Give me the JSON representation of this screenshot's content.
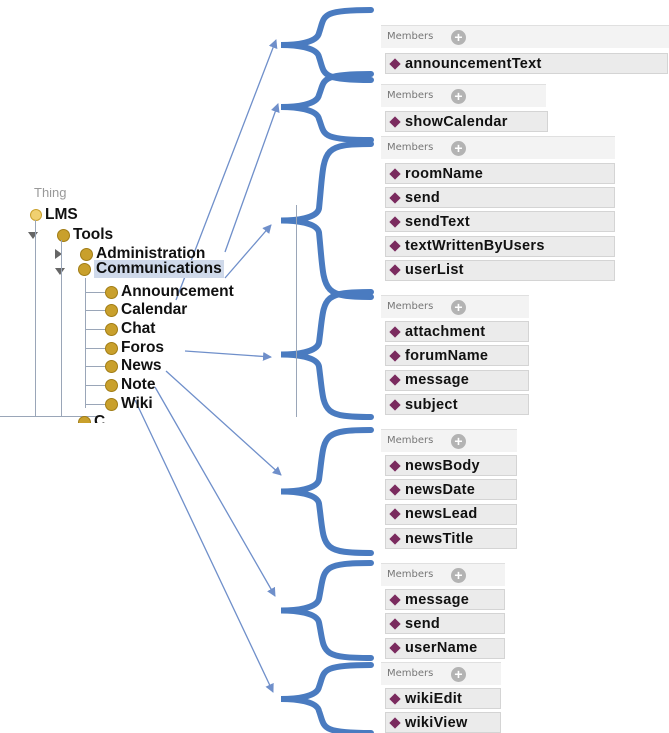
{
  "tree": {
    "top_partial": "Thing",
    "root": "LMS",
    "tools": "Tools",
    "administration": "Administration",
    "communications": "Communications",
    "children": [
      "Announcement",
      "Calendar",
      "Chat",
      "Foros",
      "News",
      "Note",
      "Wiki"
    ],
    "bottom_partial": "C"
  },
  "panels": [
    {
      "header": "Members",
      "items": [
        "announcementText"
      ]
    },
    {
      "header": "Members",
      "items": [
        "showCalendar"
      ]
    },
    {
      "header": "Members",
      "items": [
        "roomName",
        "send",
        "sendText",
        "textWrittenByUsers",
        "userList"
      ]
    },
    {
      "header": "Members",
      "items": [
        "attachment",
        "forumName",
        "message",
        "subject"
      ]
    },
    {
      "header": "Members",
      "items": [
        "newsBody",
        "newsDate",
        "newsLead",
        "newsTitle"
      ]
    },
    {
      "header": "Members",
      "items": [
        "message",
        "send",
        "userName"
      ]
    },
    {
      "header": "Members",
      "items": [
        "wikiEdit",
        "wikiView"
      ]
    }
  ],
  "colors": {
    "brace": "#4a7bc0",
    "arrow": "#6f8fca",
    "class_dot": "#c9a02c",
    "member_diamond": "#7a2a5e",
    "selection": "#cfd9ea"
  }
}
